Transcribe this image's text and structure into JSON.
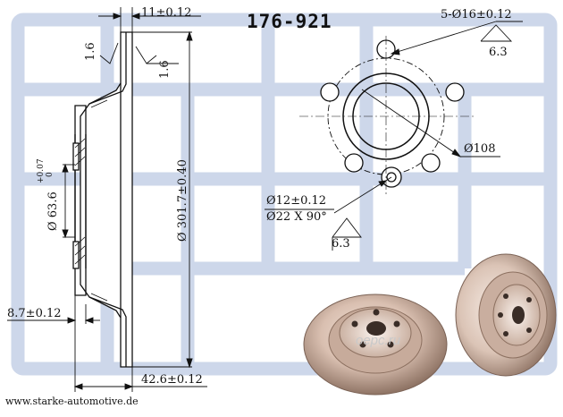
{
  "part_number": "176-921",
  "website": "www.starke-automotive.de",
  "watermark_brand": "oepc.ru",
  "dimensions": {
    "thickness": "11±0.12",
    "bolt_holes": "5-Ø16±0.12",
    "roughness_top": "6.3",
    "roughness_side_a": "1.6",
    "roughness_side_b": "1.6",
    "bolt_circle": "Ø108",
    "center_hole": "Ø 63.6",
    "center_hole_tol_upper": "+0.07",
    "center_hole_tol_lower": "0",
    "outer_diameter": "Ø 301.7±0.40",
    "small_hole": "Ø12±0.12",
    "chamfer": "Ø22 X 90°",
    "roughness_bottom": "6.3",
    "hat_offset": "8.7±0.12",
    "total_height": "42.6±0.12"
  },
  "colors": {
    "watermark": "#cdd7ea",
    "drawing_line": "#111111",
    "metal_light": "#e8d3c6",
    "metal_dark": "#9a7f70"
  }
}
